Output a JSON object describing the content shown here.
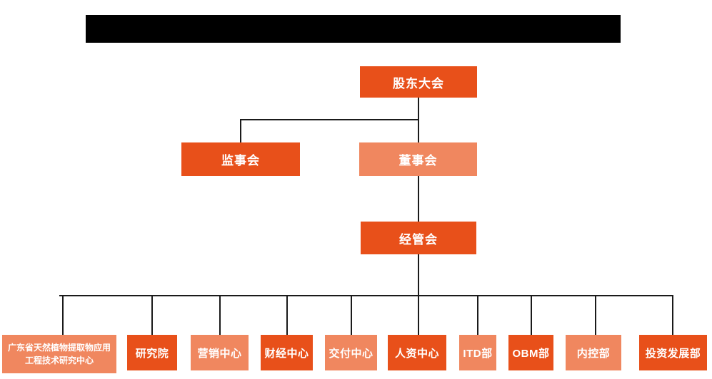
{
  "colors": {
    "primary_orange": "#E8501A",
    "light_orange": "#F0875F",
    "connector_line": "#1A1A1A",
    "redacted_bar": "#000000",
    "node_text": "#FFFFFF",
    "background": "#FFFFFF"
  },
  "org_chart": {
    "level1": {
      "shareholders_meeting": "股东大会"
    },
    "level2": {
      "supervisory_board": "监事会",
      "board_of_directors": "董事会"
    },
    "level3": {
      "management_committee": "经管会"
    },
    "departments": [
      {
        "label": "广东省天然植物提取物应用工程技术研究中心"
      },
      {
        "label": "研究院"
      },
      {
        "label": "营销中心"
      },
      {
        "label": "财经中心"
      },
      {
        "label": "交付中心"
      },
      {
        "label": "人资中心"
      },
      {
        "label": "ITD部"
      },
      {
        "label": "OBM部"
      },
      {
        "label": "内控部"
      },
      {
        "label": "投资发展部"
      }
    ]
  }
}
